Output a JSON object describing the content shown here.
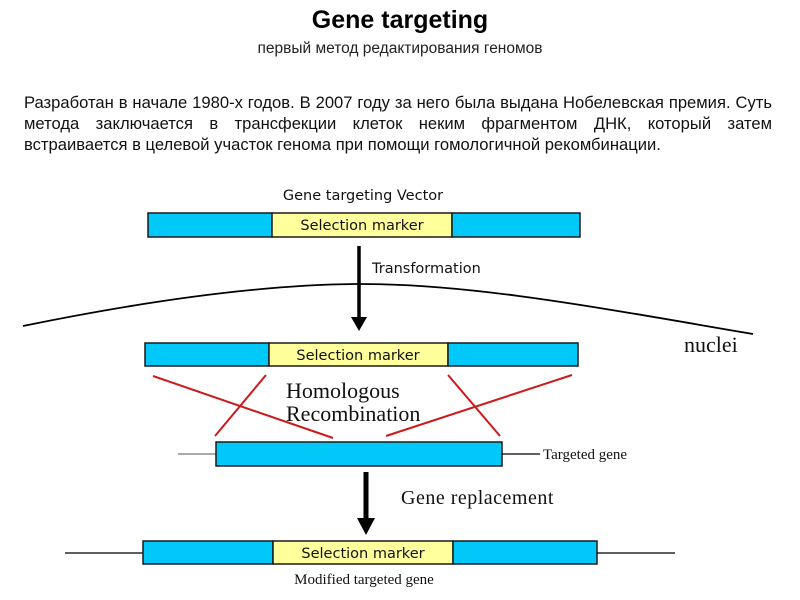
{
  "header": {
    "title": "Gene targeting",
    "subtitle": "первый метод редактирования геномов"
  },
  "description": "Разработан в начале 1980-х годов. В 2007 году за него была выдана Нобелевская премия. Суть метода заключается в трансфекции клеток неким фрагментом ДНК, который затем встраивается в целевой участок генома при помощи гомологичной рекомбинации.",
  "diagram": {
    "vector_label": "Gene targeting Vector",
    "marker_label": "Selection marker",
    "transformation_label": "Transformation",
    "nuclei_label": "nuclei",
    "recombination_label_line1": "Homologous",
    "recombination_label_line2": "Recombination",
    "targeted_gene_label": "Targeted gene",
    "replacement_label": "Gene replacement",
    "modified_gene_label": "Modified targeted gene",
    "colors": {
      "homology_arm": "#00c8f8",
      "marker": "#ffff9c",
      "crossover": "#cc1a1a",
      "outline": "#1a1a1a"
    }
  }
}
